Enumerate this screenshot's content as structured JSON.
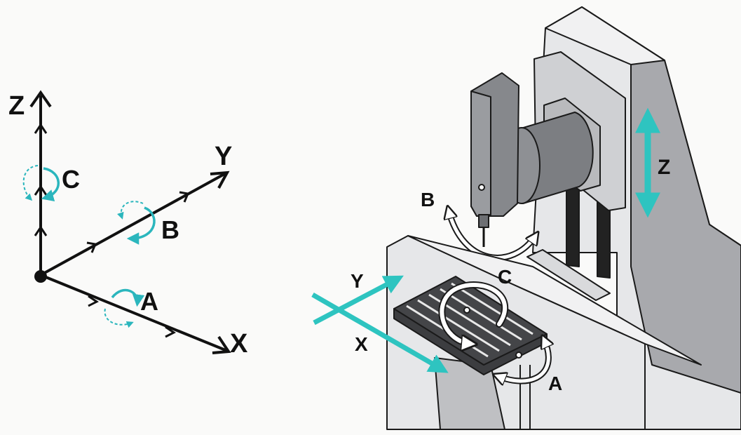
{
  "axes_diagram": {
    "labels": {
      "z": "Z",
      "y": "Y",
      "x": "X",
      "c": "C",
      "b": "B",
      "a": "A"
    }
  },
  "machine": {
    "labels": {
      "z": "Z",
      "b": "B",
      "c": "C",
      "y": "Y",
      "x": "X",
      "a": "A"
    }
  },
  "colors": {
    "axis_line": "#111111",
    "rotation_arrow": "#2bb6bd",
    "linear_arrow": "#2ec4c0",
    "machine_body": "#e6e7e9",
    "machine_shadow": "#9a9ca0",
    "spindle": "#7c7e82",
    "outline": "#1a1a1a"
  }
}
